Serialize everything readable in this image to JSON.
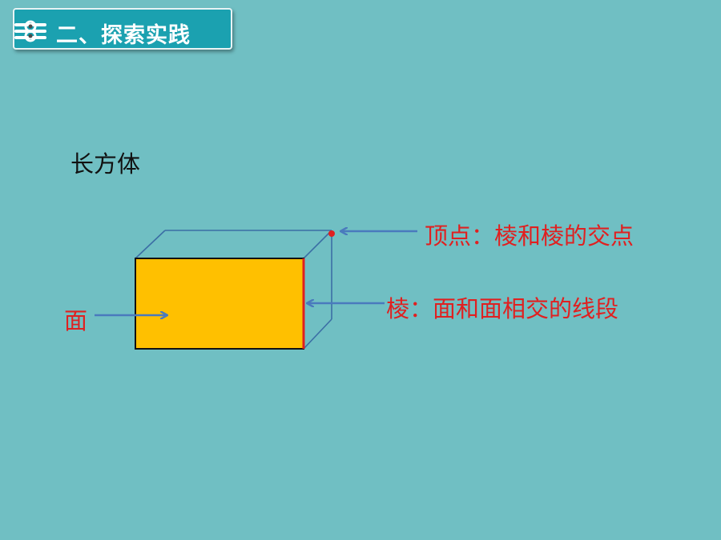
{
  "header": {
    "title": "二、探索实践"
  },
  "diagram": {
    "heading": "长方体",
    "labels": {
      "vertex": "顶点：棱和棱的交点",
      "edge": "棱：面和面相交的线段",
      "face": "面"
    }
  },
  "colors": {
    "background": "#70bfc3",
    "title_bar": "#1ba1b0",
    "front_face": "#ffc000",
    "highlight": "#e02020",
    "arrow": "#4a7abd"
  }
}
